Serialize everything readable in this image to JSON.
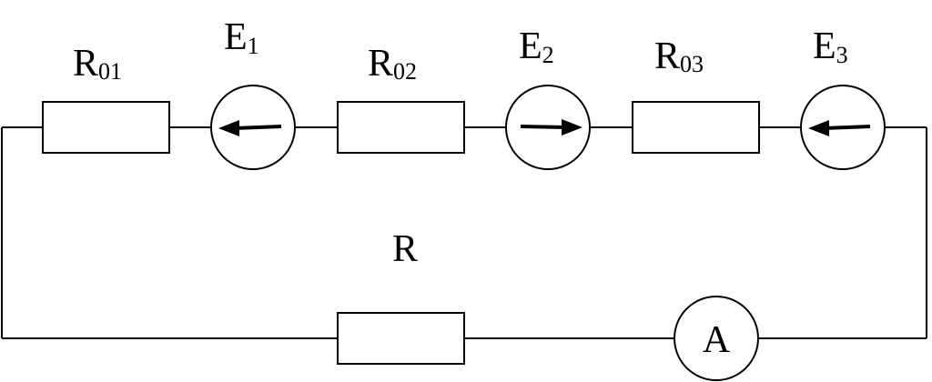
{
  "circuit": {
    "top_branch": [
      {
        "kind": "resistor",
        "id": "r01",
        "label": {
          "main": "R",
          "sub": "01"
        }
      },
      {
        "kind": "emf",
        "id": "e1",
        "label": {
          "main": "E",
          "sub": "1"
        },
        "arrow_direction": "left"
      },
      {
        "kind": "resistor",
        "id": "r02",
        "label": {
          "main": "R",
          "sub": "02"
        }
      },
      {
        "kind": "emf",
        "id": "e2",
        "label": {
          "main": "E",
          "sub": "2"
        },
        "arrow_direction": "right"
      },
      {
        "kind": "resistor",
        "id": "r03",
        "label": {
          "main": "R",
          "sub": "03"
        }
      },
      {
        "kind": "emf",
        "id": "e3",
        "label": {
          "main": "E",
          "sub": "3"
        },
        "arrow_direction": "left"
      }
    ],
    "bottom_branch": [
      {
        "kind": "resistor",
        "id": "r",
        "label": {
          "main": "R",
          "sub": ""
        }
      },
      {
        "kind": "ammeter",
        "id": "ammeter",
        "symbol": "A"
      }
    ]
  }
}
